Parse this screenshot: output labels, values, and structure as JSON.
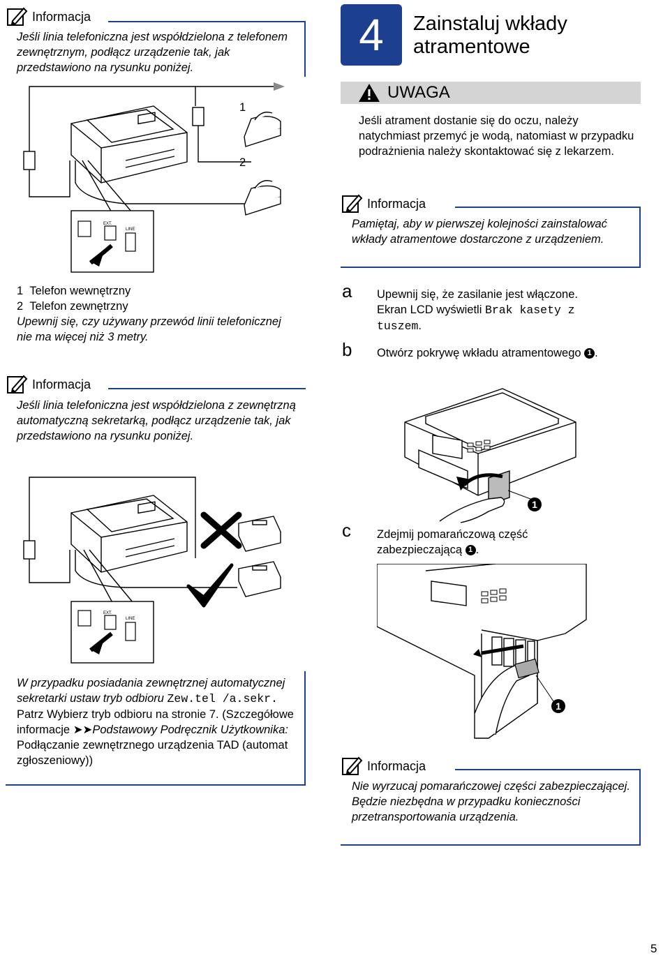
{
  "left": {
    "info1": {
      "heading": "Informacja",
      "body": "Jeśli linia telefoniczna jest współdzielona z telefonem zewnętrznym, podłącz urządzenie tak, jak przedstawiono na rysunku poniżej."
    },
    "diagram1": {
      "label1": "1",
      "label2": "2"
    },
    "legend": {
      "item1_num": "1",
      "item1_text": "Telefon wewnętrzny",
      "item2_num": "2",
      "item2_text": "Telefon zewnętrzny",
      "note": "Upewnij się, czy używany przewód linii telefonicznej nie ma więcej niż 3 metry."
    },
    "info2": {
      "heading": "Informacja",
      "body": "Jeśli linia telefoniczna jest współdzielona z zewnętrzną automatyczną sekretarką, podłącz urządzenie tak, jak przedstawiono na rysunku poniżej."
    },
    "note_box": {
      "line1": "W przypadku posiadania zewnętrznej automatycznej sekretarki ustaw tryb odbioru",
      "mode": "Zew.tel /a.sekr.",
      "line2": " Patrz Wybierz tryb odbioru na stronie 7. (Szczegółowe informacje",
      "arrow": "➤➤",
      "guide": "Podstawowy Podręcznik Użytkownika:",
      "line3": " Podłączanie zewnętrznego urządzenia TAD (automat zgłoszeniowy))"
    }
  },
  "right": {
    "step": {
      "number": "4",
      "title_line1": "Zainstaluj wkłady",
      "title_line2": "atramentowe"
    },
    "caution": {
      "heading": "UWAGA",
      "body": "Jeśli atrament dostanie się do oczu, należy natychmiast przemyć je wodą, natomiast w przypadku podrażnienia należy skontaktować się z lekarzem."
    },
    "info3": {
      "heading": "Informacja",
      "body": "Pamiętaj, aby w pierwszej kolejności zainstalować wkłady atramentowe dostarczone z urządzeniem."
    },
    "step_a": {
      "letter": "a",
      "line1": "Upewnij się, że zasilanie jest włączone.",
      "line2": "Ekran LCD wyświetli",
      "lcd1": "Brak kasety z",
      "lcd2": "tuszem",
      "tail": "."
    },
    "step_b": {
      "letter": "b",
      "text": "Otwórz pokrywę wkładu atramentowego",
      "ref": "1",
      "tail": "."
    },
    "step_c": {
      "letter": "c",
      "text1": "Zdejmij pomarańczową część",
      "text2": "zabezpieczającą",
      "ref": "1",
      "tail": "."
    },
    "callout_b": "1",
    "callout_c": "1",
    "info4": {
      "heading": "Informacja",
      "body": "Nie wyrzucaj pomarańczowej części zabezpieczającej. Będzie niezbędna w przypadku konieczności przetransportowania urządzenia."
    }
  },
  "page_number": "5",
  "colors": {
    "accent_blue": "#1c3f8f",
    "caution_gray": "#d4d4d4"
  }
}
